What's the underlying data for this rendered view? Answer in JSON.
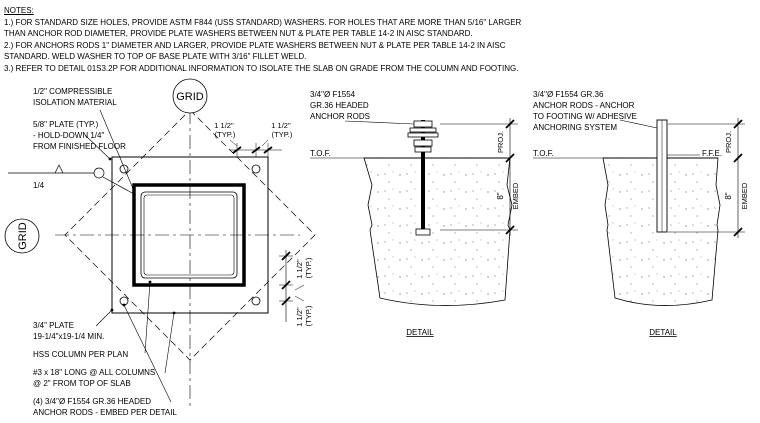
{
  "notes": {
    "title": "NOTES:",
    "lines": [
      "1.) FOR STANDARD SIZE HOLES, PROVIDE ASTM F844 (USS STANDARD) WASHERS. FOR HOLES THAT ARE MORE THAN 5/16\" LARGER",
      "THAN ANCHOR ROD DIAMETER, PROVIDE PLATE WASHERS BETWEEN NUT & PLATE PER TABLE 14-2 IN AISC STANDARD.",
      "2.) FOR ANCHORS RODS 1\" DIAMETER AND LARGER, PROVIDE PLATE WASHERS BETWEEN NUT & PLATE PER TABLE 14-2 IN AISC",
      "STANDARD.  WELD WASHER TO TOP OF BASE PLATE WITH 3/16\" FILLET WELD.",
      "3.) REFER TO DETAIL 01S3.2P FOR ADDITIONAL INFORMATION TO ISOLATE THE SLAB ON GRADE FROM THE COLUMN AND FOOTING."
    ]
  },
  "plan": {
    "grid_top": "GRID",
    "grid_left": "GRID",
    "isolation": [
      "1/2\" COMPRESSIBLE",
      "ISOLATION MATERIAL"
    ],
    "plate_thk": [
      "5/8\" PLATE (TYP.)",
      "- HOLD-DOWN 1/4\"",
      "FROM FINISHED FLOOR"
    ],
    "weld": "1/4",
    "dim_top_a": [
      "1 1/2\"",
      "(TYP.)"
    ],
    "dim_top_b": [
      "1 1/2\"",
      "(TYP.)"
    ],
    "dim_right_a": [
      "1 1/2\"",
      "(TYP.)"
    ],
    "dim_right_b": [
      "1 1/2\"",
      "(TYP.)"
    ],
    "plate_size": [
      "3/4\" PLATE",
      "19-1/4\"x19-1/4 MIN."
    ],
    "hss": "HSS COLUMN PER PLAN",
    "bars": [
      "#3 x 18\" LONG @ ALL COLUMNS",
      "@ 2\" FROM TOP OF SLAB"
    ],
    "rods": [
      "(4) 3/4\"Ø F1554 GR.36 HEADED",
      "ANCHOR  RODS - EMBED PER DETAIL"
    ]
  },
  "detail1": {
    "rod": [
      "3/4\"Ø F1554",
      "GR.36 HEADED",
      "ANCHOR RODS"
    ],
    "tof": "T.O.F.",
    "proj": "PROJ.",
    "embed_dim": "8\"",
    "embed": "EMBED",
    "caption": "DETAIL"
  },
  "detail2": {
    "rod": [
      "3/4\"Ø F1554 GR.36",
      "ANCHOR RODS - ANCHOR",
      "TO FOOTING W/ ADHESIVE",
      "ANCHORING SYSTEM"
    ],
    "tof": "T.O.F.",
    "ffe": "F.F.E.",
    "proj": "PROJ.",
    "embed_dim": "8\"",
    "embed": "EMBED",
    "caption": "DETAIL"
  }
}
